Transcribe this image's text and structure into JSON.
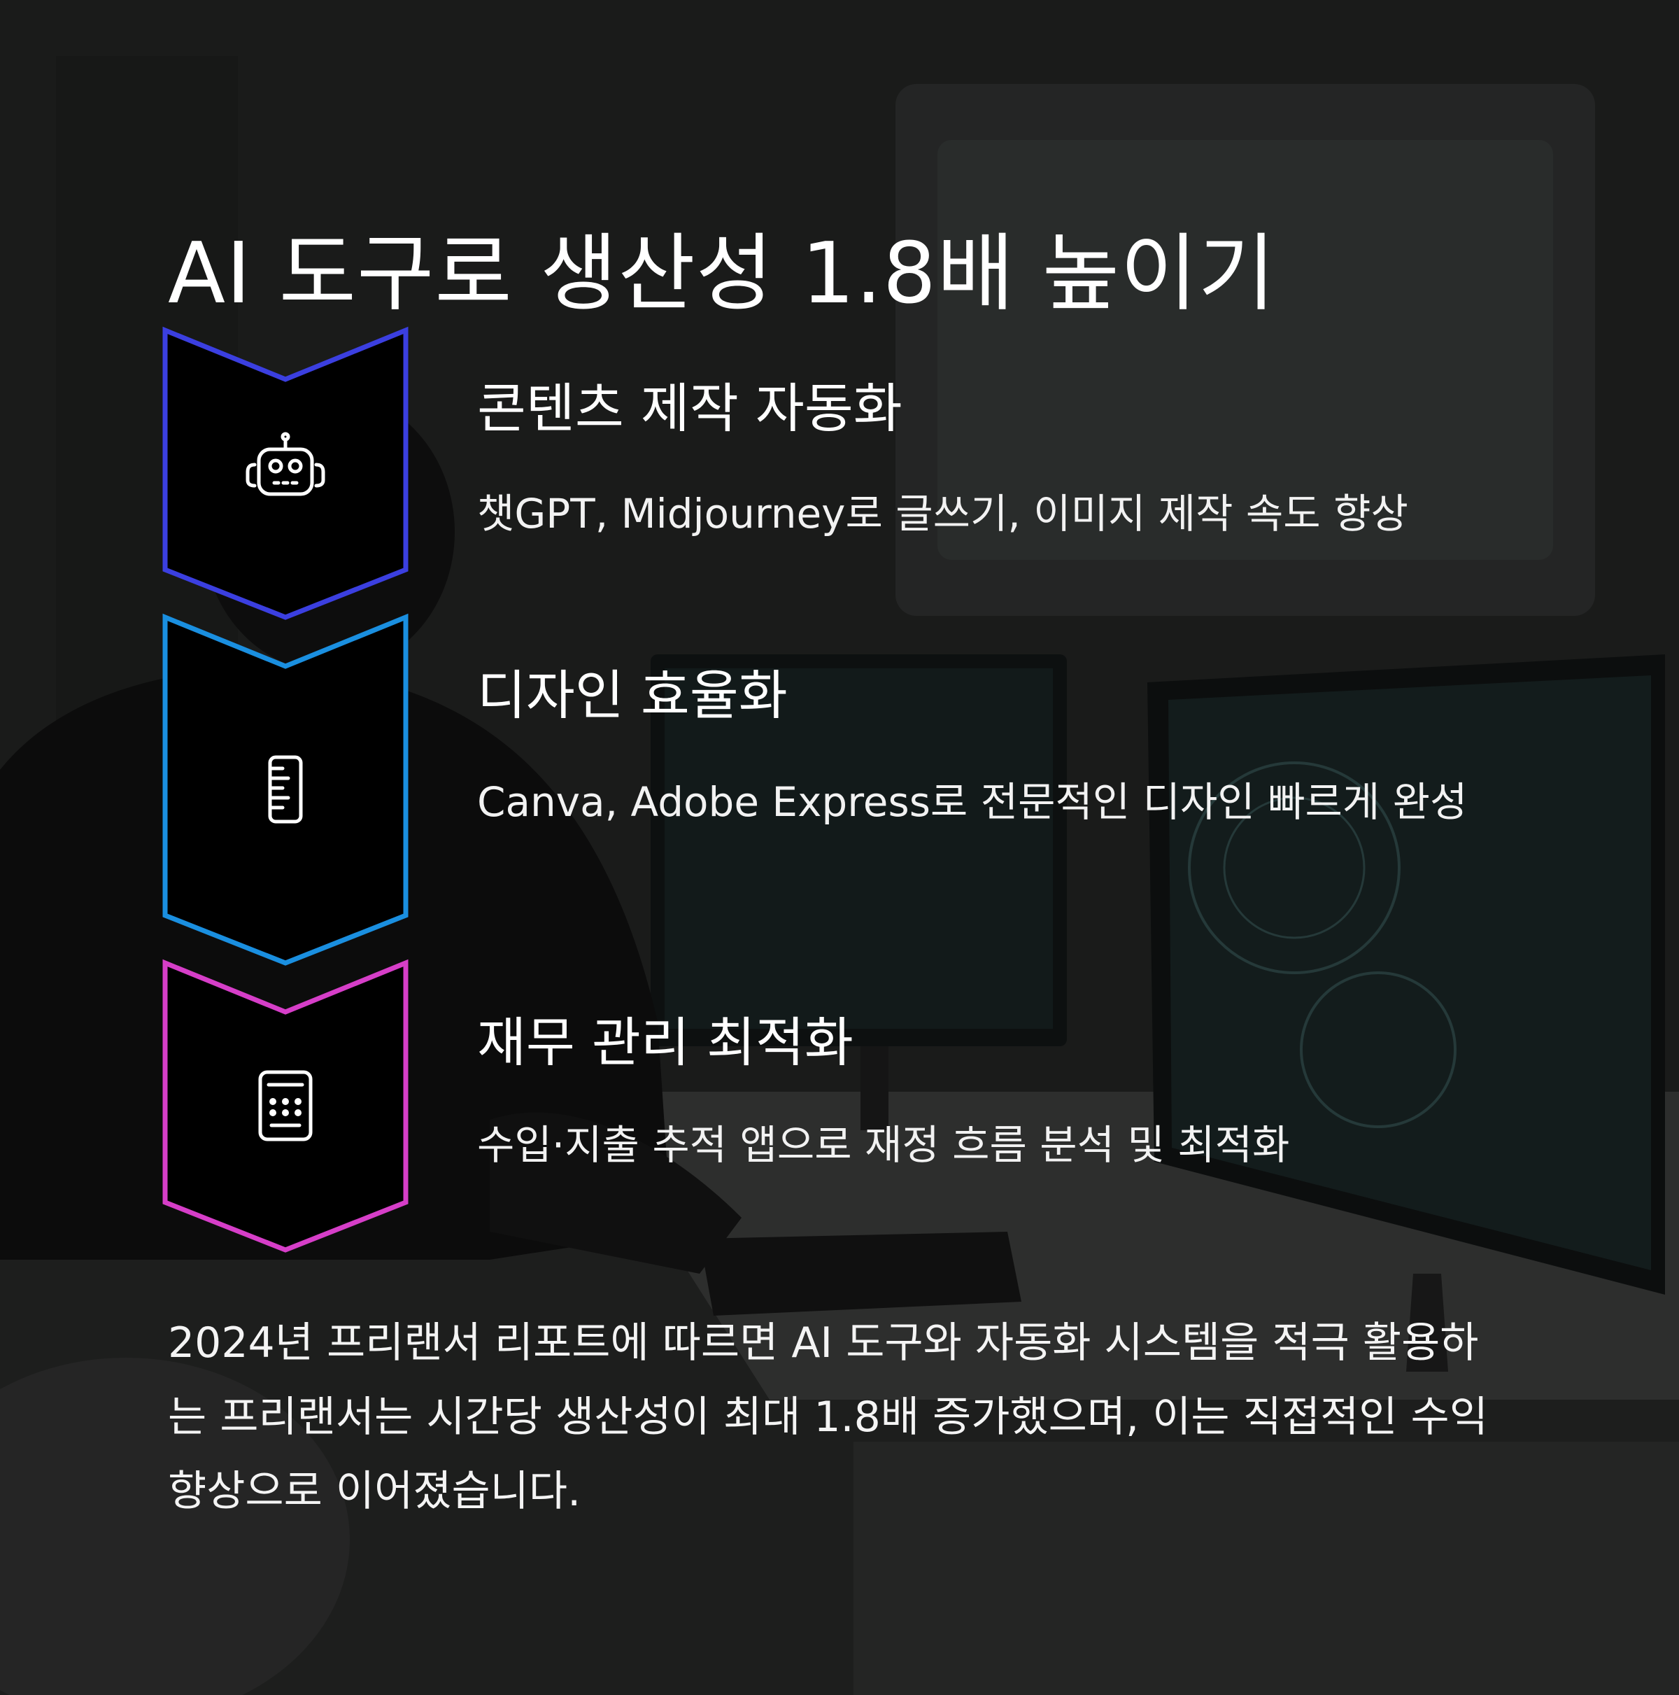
{
  "title": "AI 도구로 생산성 1.8배 높이기",
  "colors": {
    "chevron_1": "#3b3fe0",
    "chevron_2": "#1a8fe0",
    "chevron_3": "#d63ec8",
    "text": "#ffffff"
  },
  "features": [
    {
      "icon": "robot-icon",
      "title": "콘텐츠 제작 자동화",
      "description": "챗GPT, Midjourney로 글쓰기, 이미지 제작 속도 향상"
    },
    {
      "icon": "ruler-icon",
      "title": "디자인 효율화",
      "description": "Canva, Adobe Express로 전문적인 디자인 빠르게 완성"
    },
    {
      "icon": "calculator-icon",
      "title": "재무 관리 최적화",
      "description": "수입·지출 추적 앱으로 재정 흐름 분석 및 최적화"
    }
  ],
  "summary": "2024년 프리랜서 리포트에 따르면 AI 도구와 자동화 시스템을 적극 활용하는 프리랜서는 시간당 생산성이 최대 1.8배 증가했으며, 이는 직접적인 수익 향상으로 이어졌습니다."
}
